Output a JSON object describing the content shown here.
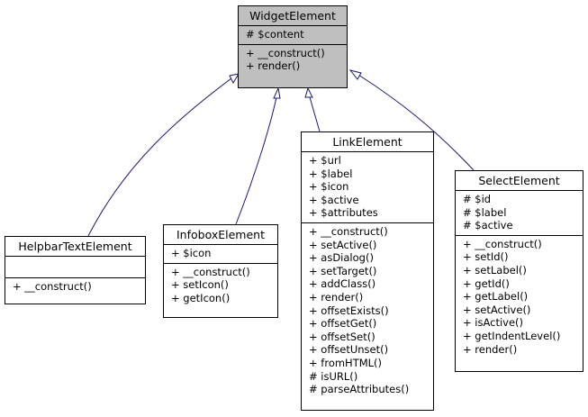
{
  "diagram": {
    "classes": {
      "widget": {
        "name": "WidgetElement",
        "attributes": [
          "# $content"
        ],
        "methods": [
          "+ __construct()",
          "+ render()"
        ]
      },
      "helpbar": {
        "name": "HelpbarTextElement",
        "attributes": [],
        "methods": [
          "+ __construct()"
        ]
      },
      "infobox": {
        "name": "InfoboxElement",
        "attributes": [
          "+ $icon"
        ],
        "methods": [
          "+ __construct()",
          "+ setIcon()",
          "+ getIcon()"
        ]
      },
      "link": {
        "name": "LinkElement",
        "attributes": [
          "+ $url",
          "+ $label",
          "+ $icon",
          "+ $active",
          "+ $attributes"
        ],
        "methods": [
          "+ __construct()",
          "+ setActive()",
          "+ asDialog()",
          "+ setTarget()",
          "+ addClass()",
          "+ render()",
          "+ offsetExists()",
          "+ offsetGet()",
          "+ offsetSet()",
          "+ offsetUnset()",
          "+ fromHTML()",
          "# isURL()",
          "# parseAttributes()"
        ]
      },
      "select": {
        "name": "SelectElement",
        "attributes": [
          "# $id",
          "# $label",
          "# $active"
        ],
        "methods": [
          "+ __construct()",
          "+ setId()",
          "+ setLabel()",
          "+ getId()",
          "+ getLabel()",
          "+ setActive()",
          "+ isActive()",
          "+ getIndentLevel()",
          "+ render()"
        ]
      }
    },
    "colors": {
      "edge": "#191970",
      "base_fill": "#bfbfbf"
    }
  }
}
